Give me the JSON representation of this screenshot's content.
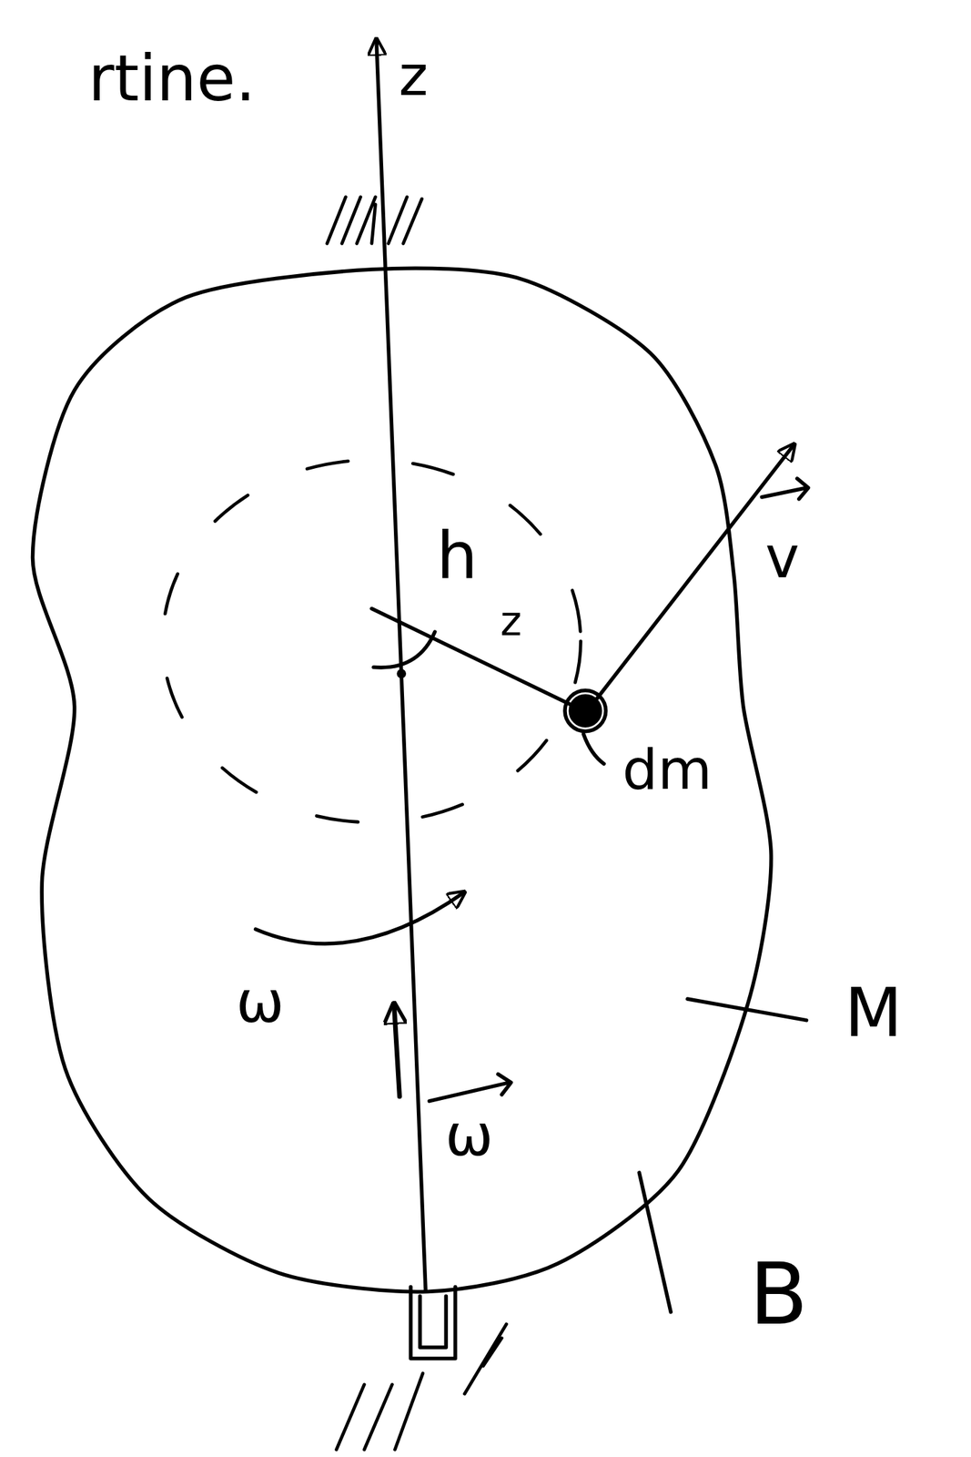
{
  "diagram": {
    "labels": [
      "rtine.",
      "z",
      "h",
      "z",
      "v",
      "dm",
      "ω",
      "ω",
      "M",
      "B"
    ]
  }
}
